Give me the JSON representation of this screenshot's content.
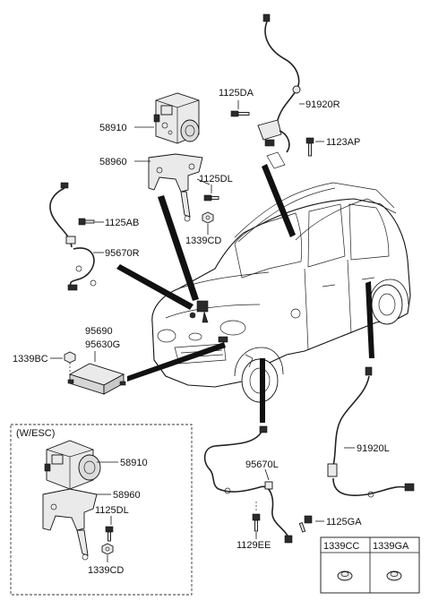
{
  "callouts": {
    "abs_unit": "58910",
    "bracket": "58960",
    "bolt_bracket": "1125DL",
    "nut_bracket": "1339CD",
    "bolt_front_sensor": "1125AB",
    "front_sensor_right": "95670R",
    "bolt_rear_r": "1125DA",
    "rear_sensor_right": "91920R",
    "bolt_rear_clip": "1123AP",
    "module_a": "95690",
    "module_b": "95630G",
    "nut_module": "1339BC",
    "rear_sensor_left": "91920L",
    "front_sensor_left": "95670L",
    "bolt_sensor_left": "1129EE",
    "bolt_rear_left": "1125GA",
    "esc_title": "(W/ESC)",
    "esc_abs_unit": "58910",
    "esc_bracket": "58960",
    "esc_bolt": "1125DL",
    "esc_nut": "1339CD"
  },
  "table": {
    "headers": [
      "1339CC",
      "1339GA"
    ]
  },
  "icons": [
    "hydraulic-unit-icon",
    "mounting-bracket-icon",
    "bolt-icon",
    "nut-icon",
    "wheel-speed-sensor-icon",
    "control-module-icon",
    "vehicle-icon",
    "grommet-icon"
  ]
}
